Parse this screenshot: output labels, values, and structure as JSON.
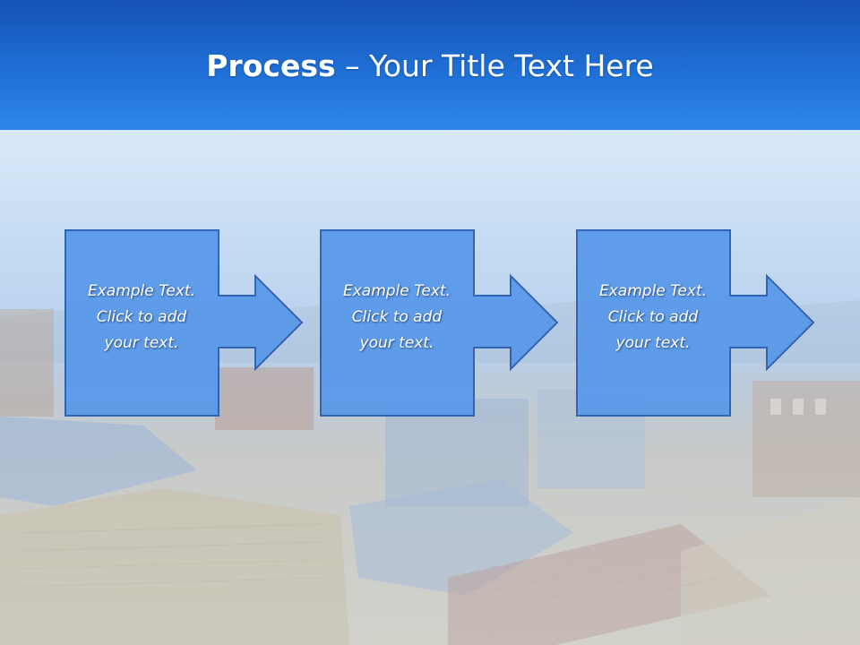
{
  "slide": {
    "title_bold": "Process",
    "title_rest": " – Your Title Text Here"
  },
  "steps": [
    {
      "text": "Example Text.\nClick  to add\nyour text."
    },
    {
      "text": "Example Text.\nClick  to add\nyour text."
    },
    {
      "text": "Example Text.\nClick  to add\nyour text."
    }
  ],
  "colors": {
    "header": "#1f6fd6",
    "box_fill": "#5a9aea",
    "box_border": "#2c5fb0"
  }
}
